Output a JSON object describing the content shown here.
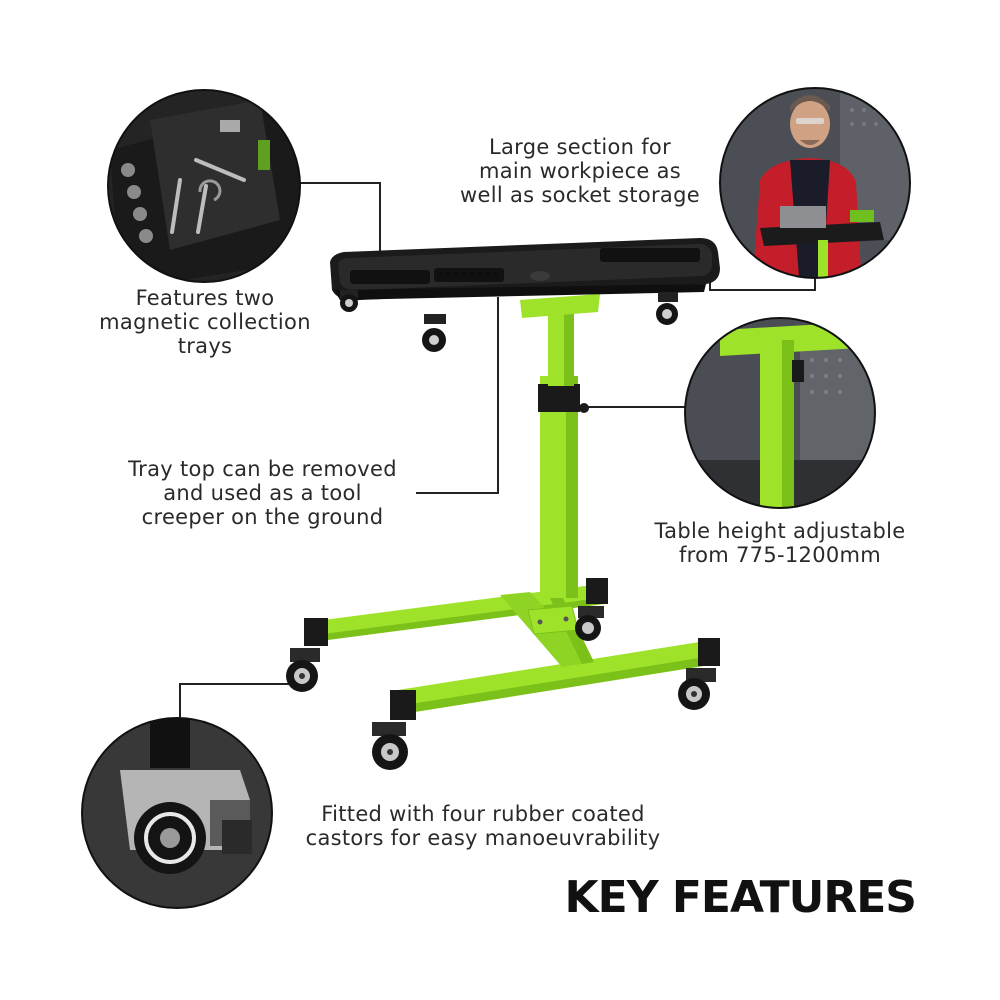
{
  "features": {
    "sockets": {
      "lines": [
        "Large section for",
        "main workpiece as",
        "well as socket storage"
      ]
    },
    "magnetic": {
      "lines": [
        "Features two",
        "magnetic collection",
        "trays"
      ]
    },
    "creeper": {
      "lines": [
        "Tray top can be removed",
        "and used as a tool",
        "creeper on the ground"
      ]
    },
    "height": {
      "lines": [
        "Table height adjustable",
        "from 775-1200mm"
      ]
    },
    "castors": {
      "lines": [
        "Fitted with four rubber coated",
        "castors for easy manoeuvrability"
      ]
    }
  },
  "headline": "KEY FEATURES",
  "colors": {
    "frame": "#9ee22a",
    "frame_shade": "#7cc11a",
    "tray": "#1b1b1b",
    "leader": "#222222"
  },
  "icons": {
    "product": "mobile-work-station-photo",
    "inset_tray": "magnetic-tray-closeup-photo",
    "inset_mechanic": "mechanic-using-station-photo",
    "inset_column": "height-adjust-column-photo",
    "inset_castor": "castor-wheel-closeup-photo"
  }
}
